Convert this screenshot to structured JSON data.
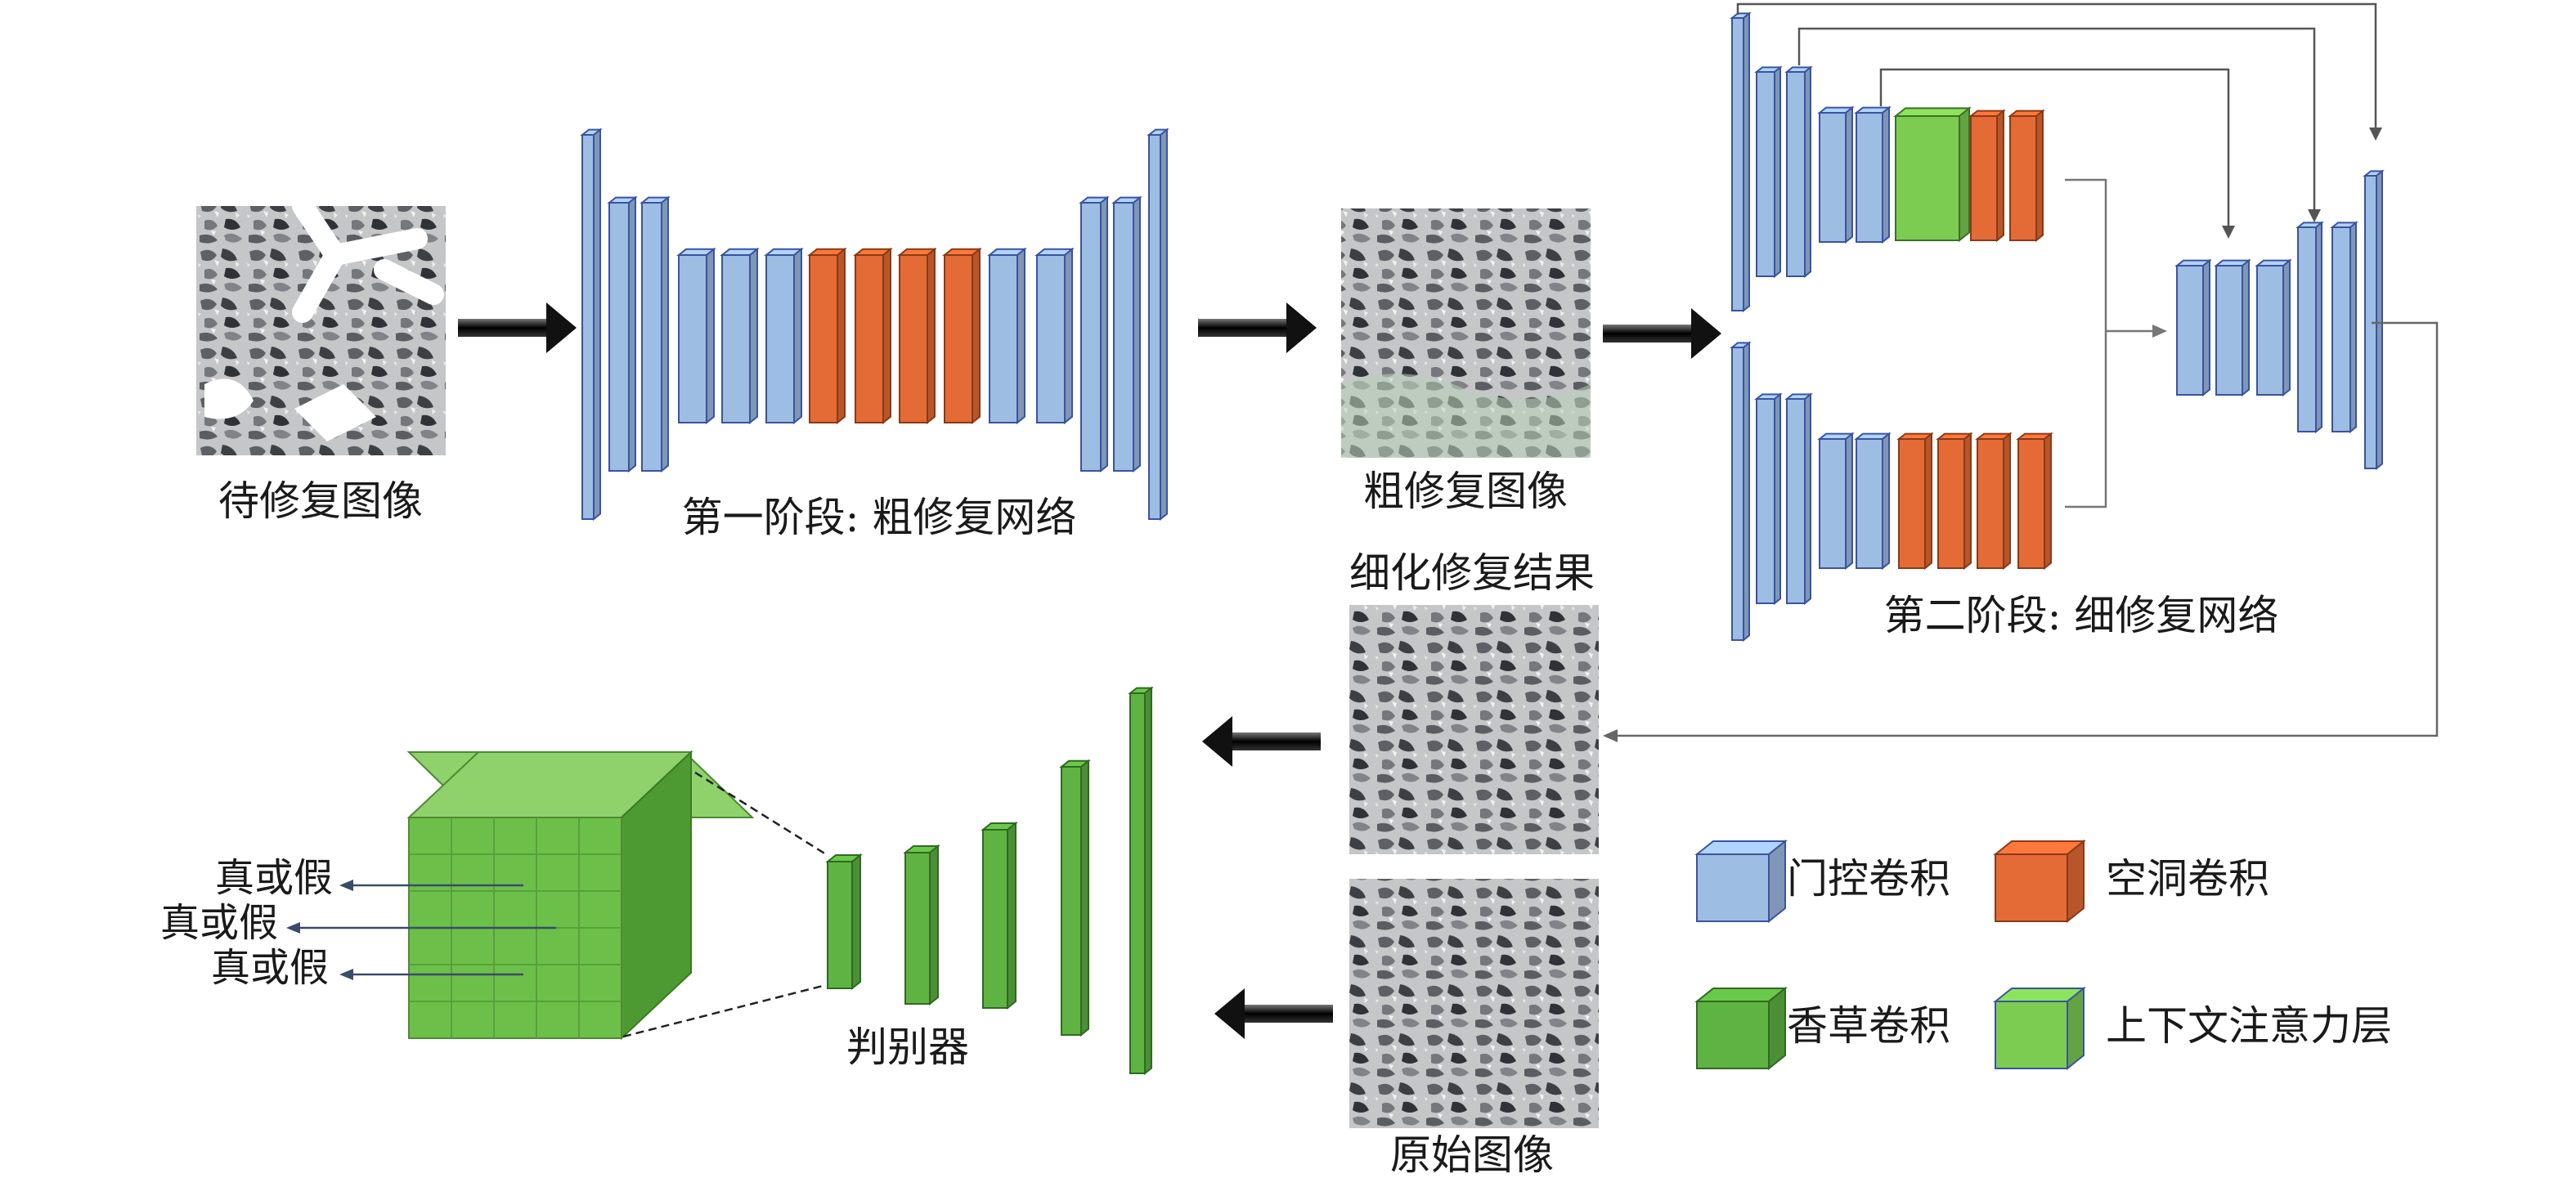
{
  "labels": {
    "input_image": "待修复图像",
    "stage1": "第一阶段: 粗修复网络",
    "coarse_image": "粗修复图像",
    "refined_result": "细化修复结果",
    "stage2": "第二阶段: 细修复网络",
    "original_image": "原始图像",
    "discriminator": "判别器",
    "real_or_fake": [
      "真或假",
      "真或假",
      "真或假"
    ]
  },
  "legend": [
    {
      "label": "门控卷积",
      "color": "#9dbde3"
    },
    {
      "label": "空洞卷积",
      "color": "#e46b35"
    },
    {
      "label": "香草卷积",
      "color": "#5fb343"
    },
    {
      "label": "上下文注意力层",
      "color": "#7dcc52"
    }
  ],
  "colors": {
    "gated": "#9dbde3",
    "dilated": "#e46b35",
    "vanilla": "#5fb343",
    "attention": "#7dcc52",
    "edge": "#3a53a0",
    "arrow": "#1a1a1a"
  }
}
